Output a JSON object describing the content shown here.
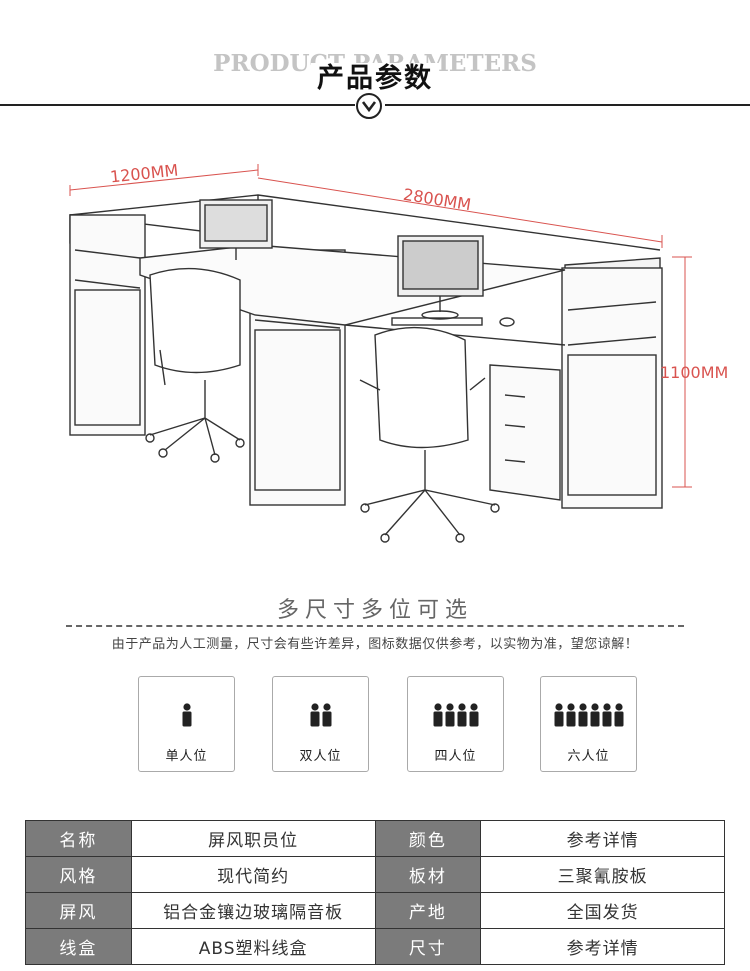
{
  "header": {
    "title_en": "PRODUCT PARAMETERS",
    "title_cn": "产品参数",
    "chevron_icon": "chevron-down-circle-icon"
  },
  "drawing": {
    "dim_width": "1200MM",
    "dim_length": "2800MM",
    "dim_height": "1100MM",
    "dim_color": "#d9534f"
  },
  "options": {
    "title": "多尺寸多位可选",
    "note": "由于产品为人工测量，尺寸会有些许差异，图标数据仅供参考，以实物为准，望您谅解！",
    "seats": [
      {
        "label": "单人位",
        "count": 1
      },
      {
        "label": "双人位",
        "count": 2
      },
      {
        "label": "四人位",
        "count": 4
      },
      {
        "label": "六人位",
        "count": 6
      }
    ]
  },
  "params": {
    "rows": [
      {
        "k1": "名称",
        "v1": "屏风职员位",
        "k2": "颜色",
        "v2": "参考详情"
      },
      {
        "k1": "风格",
        "v1": "现代简约",
        "k2": "板材",
        "v2": "三聚氰胺板"
      },
      {
        "k1": "屏风",
        "v1": "铝合金镶边玻璃隔音板",
        "k2": "产地",
        "v2": "全国发货"
      },
      {
        "k1": "线盒",
        "v1": "ABS塑料线盒",
        "k2": "尺寸",
        "v2": "参考详情"
      }
    ]
  }
}
